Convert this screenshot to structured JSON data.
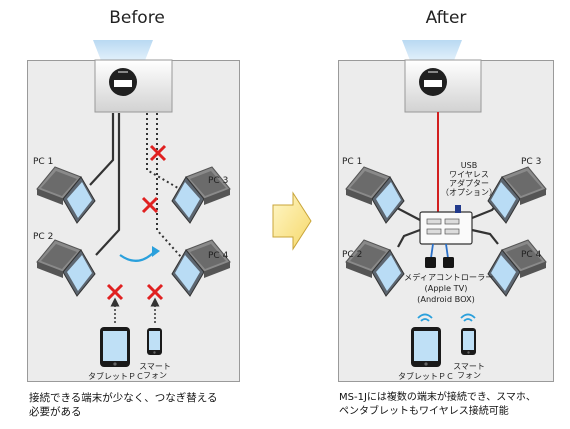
{
  "before": {
    "title": "Before",
    "pcs": [
      "PC 1",
      "PC 2",
      "PC 3",
      "PC 4"
    ],
    "tablet": "タブレットＰＣ",
    "smartphone": [
      "スマート",
      "フォン"
    ],
    "caption": [
      "接続できる端末が少なく、つなぎ替える",
      "必要がある"
    ]
  },
  "after": {
    "title": "After",
    "pcs": [
      "PC 1",
      "PC 2",
      "PC 3",
      "PC 4"
    ],
    "usb_adapter": [
      "USB",
      "ワイヤレス",
      "アダプター",
      "（オプション）"
    ],
    "media_controller": [
      "メディアコントローラー",
      "(Apple TV)",
      "(Android BOX)"
    ],
    "tablet": "タブレットＰＣ",
    "smartphone": [
      "スマート",
      "フォン"
    ],
    "caption": [
      "MS-1Jには複数の端末が接続でき、スマホ、",
      "ペンタブレットもワイヤレス接続可能"
    ]
  }
}
